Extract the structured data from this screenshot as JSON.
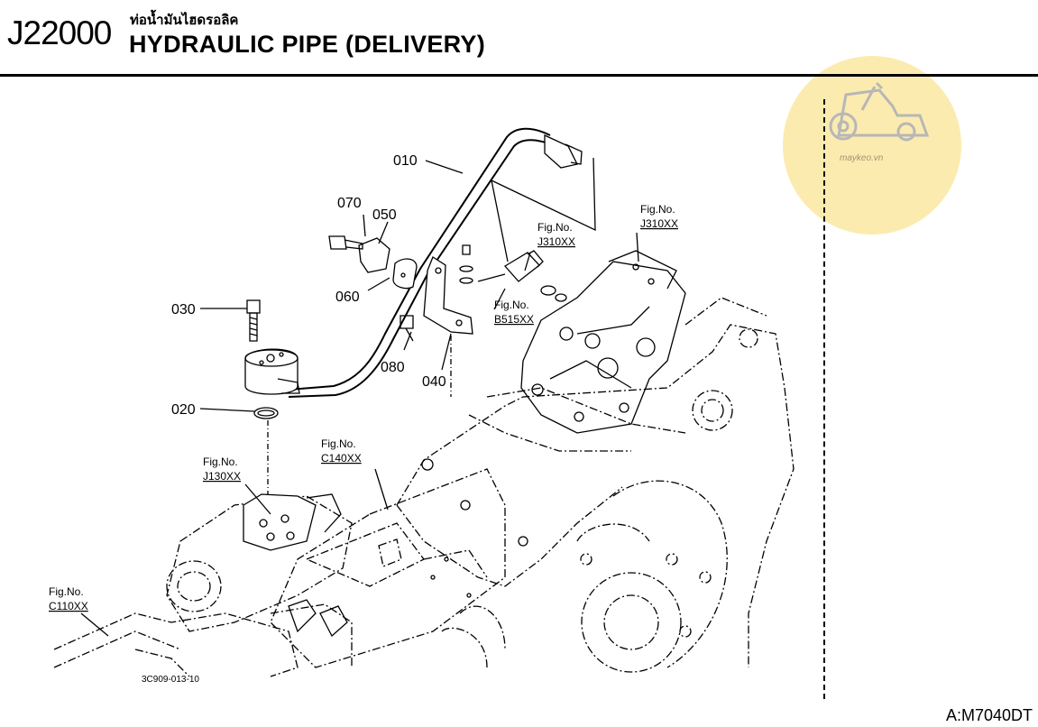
{
  "header": {
    "code": "J22000",
    "title_thai": "ท่อน้ำมันไฮดรอลิค",
    "title_en": "HYDRAULIC PIPE (DELIVERY)"
  },
  "watermark": {
    "text": "maykeo.vn"
  },
  "parts": {
    "p010": "010",
    "p020": "020",
    "p030": "030",
    "p040": "040",
    "p050": "050",
    "p060": "060",
    "p070": "070",
    "p080": "080"
  },
  "fig_refs": {
    "fig_label": "Fig.No.",
    "j310_a": "J310XX",
    "j310_b": "J310XX",
    "b515": "B515XX",
    "c140": "C140XX",
    "j130": "J130XX",
    "c110": "C110XX"
  },
  "drawing_number": "3C909-013-10",
  "footer": {
    "model": "A:M7040DT"
  }
}
